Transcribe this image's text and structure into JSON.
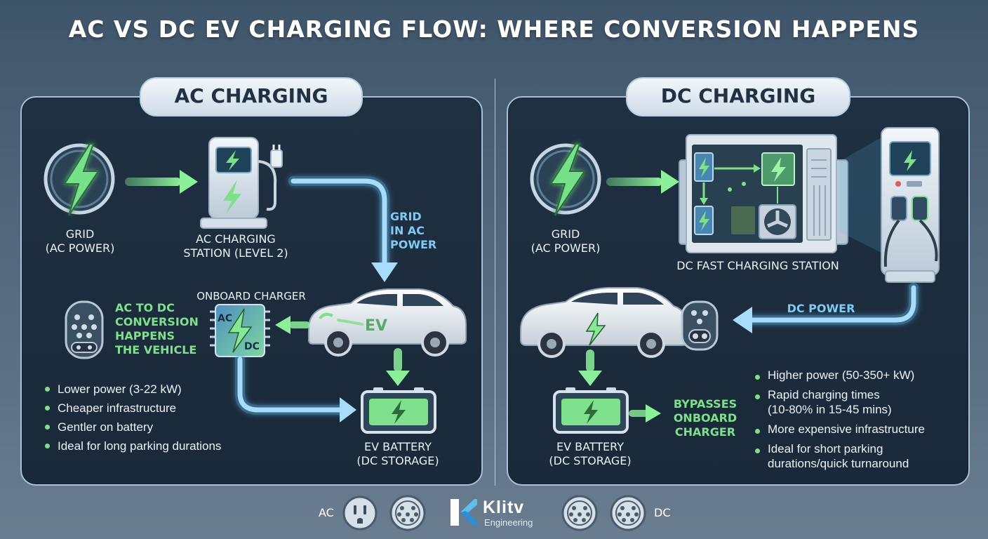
{
  "title": "AC VS DC EV CHARGING FLOW: WHERE CONVERSION HAPPENS",
  "ac": {
    "heading": "AC CHARGING",
    "grid_label": "GRID\n(AC POWER)",
    "station_label": "AC CHARGING\nSTATION (LEVEL 2)",
    "flow_label": "GRID\nIN AC\nPOWER",
    "onboard_label": "ONBOARD CHARGER",
    "conversion_label": "AC TO DC\nCONVERSION\nHAPPENS\nTHE VEHICLE",
    "chip_top": "AC",
    "chip_bottom": "DC",
    "car_badge": "EV",
    "battery_label": "EV BATTERY\n(DC STORAGE)",
    "bullets": [
      "Lower power (3-22 kW)",
      "Cheaper infrastructure",
      "Gentler on battery",
      "Ideal for long parking durations"
    ]
  },
  "dc": {
    "heading": "DC CHARGING",
    "grid_label": "GRID\n(AC POWER)",
    "station_label": "DC FAST CHARGING STATION",
    "flow_label": "DC POWER",
    "battery_label": "EV BATTERY\n(DC STORAGE)",
    "bypass_label": "BYPASSES\nONBOARD\nCHARGER",
    "bullets": [
      "Higher power (50-350+ kW)",
      "Rapid charging times\n(10-80% in 15-45 mins)",
      "More expensive infrastructure",
      "Ideal for short parking\ndurations/quick turnaround"
    ]
  },
  "footer": {
    "ac_label": "AC",
    "dc_label": "DC",
    "brand_name": "Klitv",
    "brand_sub": "Engineering"
  },
  "colors": {
    "accent_green": "#7ee08a",
    "accent_blue": "#7dcaf5",
    "panel_bg": "#1c2b3b",
    "panel_border": "#a8c3d9"
  },
  "icons": [
    "lightning-icon",
    "charging-station-icon",
    "plug-icon",
    "connector-icon",
    "chip-icon",
    "car-icon",
    "battery-icon",
    "outlet-icon",
    "fan-icon"
  ]
}
